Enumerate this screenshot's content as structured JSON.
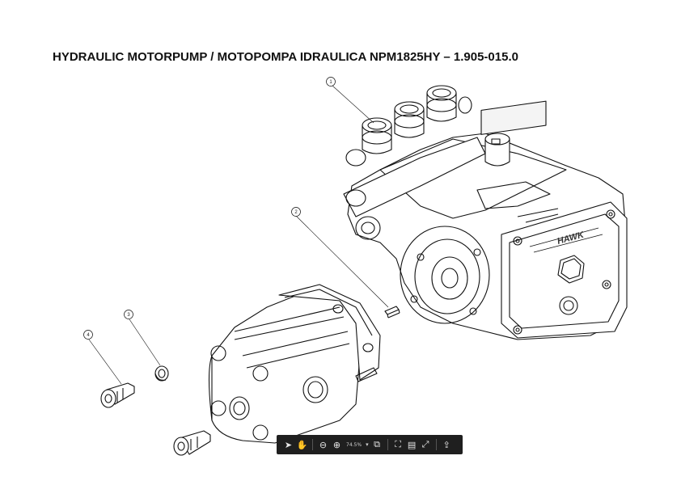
{
  "document": {
    "title": "HYDRAULIC MOTORPUMP / MOTOPOMPA IDRAULICA NPM1825HY – 1.905-015.0",
    "callouts": [
      "1",
      "2",
      "3",
      "4"
    ],
    "brand_plate_text": "HAWK"
  },
  "toolbar": {
    "zoom_level": "74.5%",
    "zoom_caret": "▾",
    "tools": [
      {
        "name": "select-tool-icon",
        "glyph": "➤"
      },
      {
        "name": "hand-tool-icon",
        "glyph": "✋"
      },
      {
        "name": "zoom-out-icon",
        "glyph": "⊖"
      },
      {
        "name": "zoom-in-icon",
        "glyph": "⊕"
      },
      {
        "name": "copy-icon",
        "glyph": "⧉"
      },
      {
        "name": "fit-page-icon",
        "glyph": "⛶"
      },
      {
        "name": "save-icon",
        "glyph": "▤"
      },
      {
        "name": "expand-icon",
        "glyph": "⤢"
      },
      {
        "name": "upload-icon",
        "glyph": "⇪"
      }
    ]
  }
}
